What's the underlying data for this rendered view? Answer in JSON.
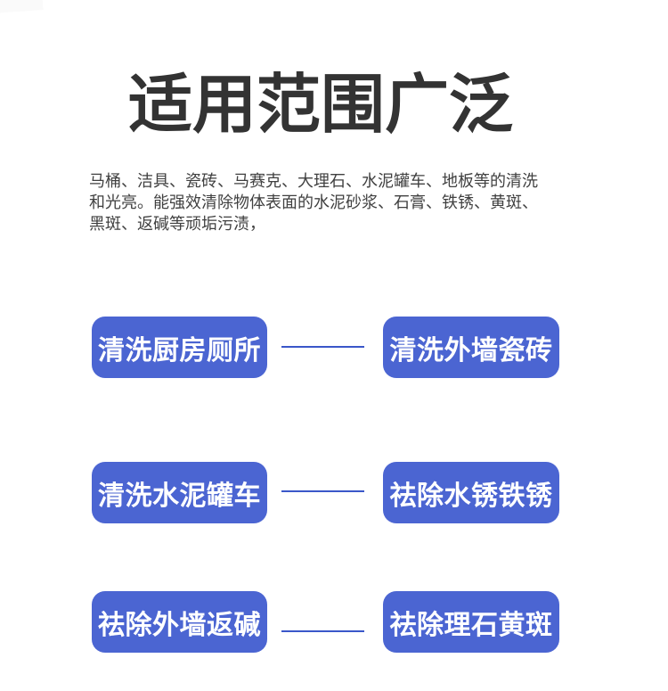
{
  "page": {
    "title": "适用范围广泛",
    "intro": {
      "lines": [
        "马桶、洁具、瓷砖、马赛克、大理石、水泥罐车、地板等的清洗",
        "和光亮。能强效清除物体表面的水泥砂浆、石膏、铁锈、黄斑、",
        "黑斑、返碱等顽垢污渍，"
      ]
    },
    "use_cases": [
      {
        "label": "清洗厨房厕所"
      },
      {
        "label": "清洗外墙瓷砖"
      },
      {
        "label": "清洗水泥罐车"
      },
      {
        "label": "祛除水锈铁锈"
      },
      {
        "label": "祛除外墙返碱"
      },
      {
        "label": "祛除理石黄斑"
      }
    ],
    "colors": {
      "badge_blue": "#4B65D2",
      "connector_blue": "#3A57C9",
      "title_color": "#333333",
      "body_text_color": "#404040",
      "background": "#FFFFFF"
    }
  }
}
